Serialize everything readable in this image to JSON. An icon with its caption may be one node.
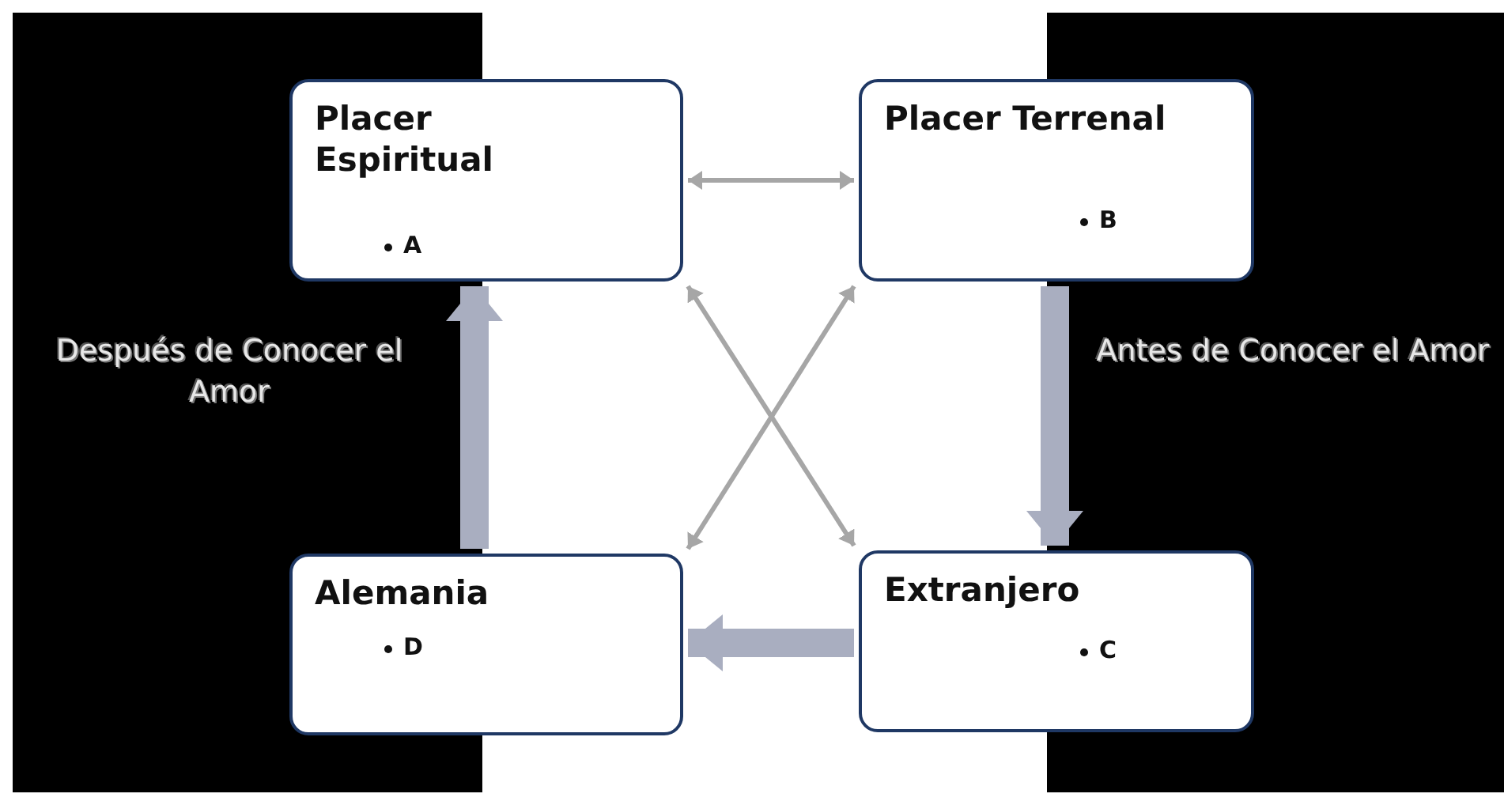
{
  "diagram": {
    "nodes": [
      {
        "text": [
          "Placer Espiritual",
          "A"
        ]
      },
      {
        "text": [
          "Placer Terrenal",
          "B"
        ]
      },
      {
        "text": [
          "Alemania",
          "D"
        ]
      },
      {
        "text": [
          "Extranjero",
          "C"
        ]
      }
    ],
    "edges": [
      {
        "from": 0,
        "to": 1,
        "arrow": "both"
      },
      {
        "from": 0,
        "to": 3,
        "arrow": "both"
      },
      {
        "from": 1,
        "to": 2,
        "arrow": "both"
      },
      {
        "from": 1,
        "to": 3,
        "arrow": "to",
        "style": "thick",
        "color": "#a9aec0"
      },
      {
        "from": 3,
        "to": 2,
        "arrow": "to",
        "style": "thick",
        "color": "#a9aec0"
      },
      {
        "from": 2,
        "to": 0,
        "arrow": "to",
        "style": "thick",
        "color": "#a9aec0"
      }
    ],
    "labels": [
      "Después de Conocer el Amor",
      "Antes de Conocer el Amor"
    ]
  }
}
